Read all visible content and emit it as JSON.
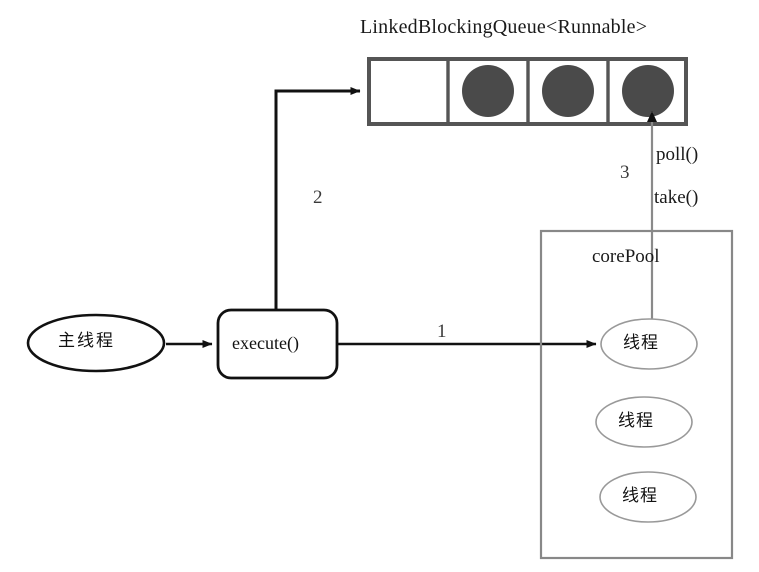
{
  "diagram": {
    "title_queue": "LinkedBlockingQueue<Runnable>",
    "colors": {
      "queue_border": "#555555",
      "task_fill": "#4a4a4a",
      "black_stroke": "#111111",
      "gray_stroke": "#8a8a8a",
      "pool_border": "#888888",
      "background": "#ffffff"
    },
    "main_thread": {
      "label": "主线程"
    },
    "execute_node": {
      "label": "execute()"
    },
    "queue": {
      "label": "LinkedBlockingQueue<Runnable>",
      "cells": [
        {
          "filled": false
        },
        {
          "filled": true
        },
        {
          "filled": true
        },
        {
          "filled": true
        }
      ]
    },
    "core_pool": {
      "label": "corePool",
      "threads": [
        {
          "label": "线程"
        },
        {
          "label": "线程"
        },
        {
          "label": "线程"
        }
      ]
    },
    "steps": [
      {
        "id": "1",
        "label": "1"
      },
      {
        "id": "2",
        "label": "2"
      },
      {
        "id": "3",
        "label": "3"
      }
    ],
    "methods": {
      "poll": "poll()",
      "take": "take()"
    }
  }
}
